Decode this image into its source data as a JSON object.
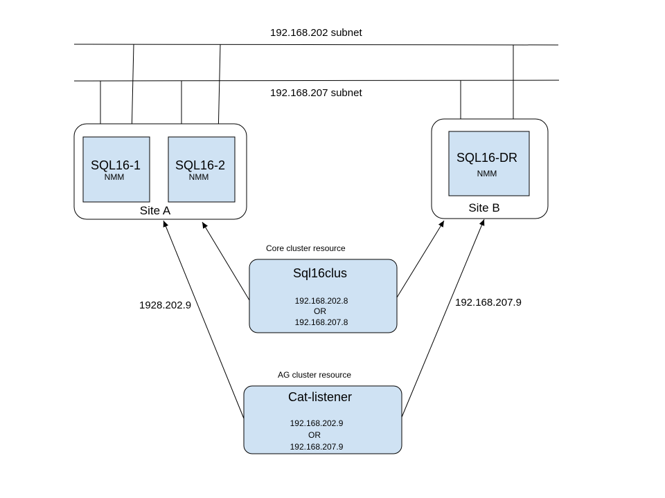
{
  "subnets": {
    "top": "192.168.202 subnet",
    "bottom": "192.168.207 subnet"
  },
  "site_a": {
    "label": "Site A",
    "nodes": [
      {
        "name": "SQL16-1",
        "sub": "NMM"
      },
      {
        "name": "SQL16-2",
        "sub": "NMM"
      }
    ]
  },
  "site_b": {
    "label": "Site B",
    "nodes": [
      {
        "name": "SQL16-DR",
        "sub": "NMM"
      }
    ]
  },
  "core_resource": {
    "caption": "Core cluster resource",
    "name": "Sql16clus",
    "ip1": "192.168.202.8",
    "or": "OR",
    "ip2": "192.168.207.8"
  },
  "ag_resource": {
    "caption": "AG cluster resource",
    "name": "Cat-listener",
    "ip1": "192.168.202.9",
    "or": "OR",
    "ip2": "192.168.207.9"
  },
  "edge_labels": {
    "left": "1928.202.9",
    "right": "192.168.207.9"
  },
  "colors": {
    "box_fill": "#cfe2f3",
    "stroke": "#000000"
  }
}
